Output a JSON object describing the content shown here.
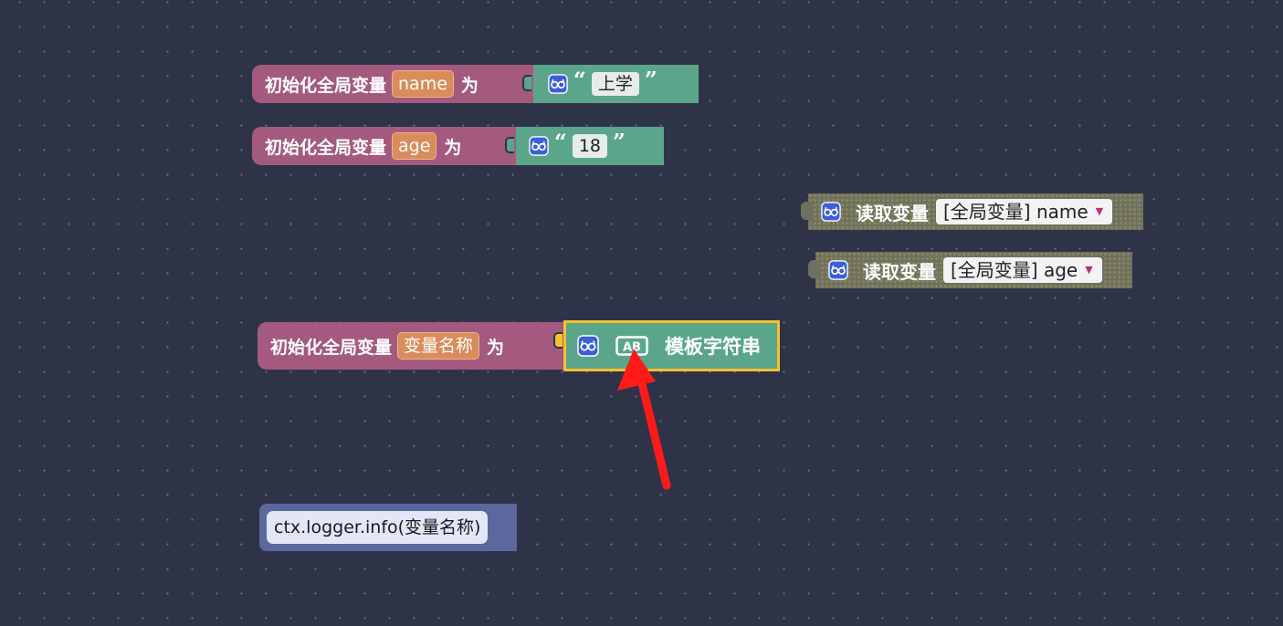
{
  "blocks": {
    "init_name": {
      "keyword": "初始化全局变量",
      "var_name": "name",
      "as_label": "为",
      "open_quote": "“",
      "value": "上学",
      "close_quote": "”",
      "block_color": "#a35a7e",
      "value_color": "#5ba68b"
    },
    "init_age": {
      "keyword": "初始化全局变量",
      "var_name": "age",
      "as_label": "为",
      "open_quote": "“",
      "value": "18",
      "close_quote": "”"
    },
    "get_name": {
      "label": "读取变量",
      "selected": "[全局变量] name"
    },
    "get_age": {
      "label": "读取变量",
      "selected": "[全局变量] age"
    },
    "init_var": {
      "keyword": "初始化全局变量",
      "var_name": "变量名称",
      "as_label": "为",
      "template_label": "模板字符串",
      "highlight_color": "#f5c22c"
    },
    "logger": {
      "code": "ctx.logger.info(变量名称)",
      "block_color": "#5c679e"
    }
  },
  "icons": {
    "value_block_icon": "glasses-icon",
    "template_icon": "ab-text-icon",
    "dropdown_icon": "triangle-down-icon",
    "annotation": "red-arrow-icon"
  },
  "colors": {
    "workspace_bg": "#2f3347",
    "arrow": "#ff1a1a"
  }
}
